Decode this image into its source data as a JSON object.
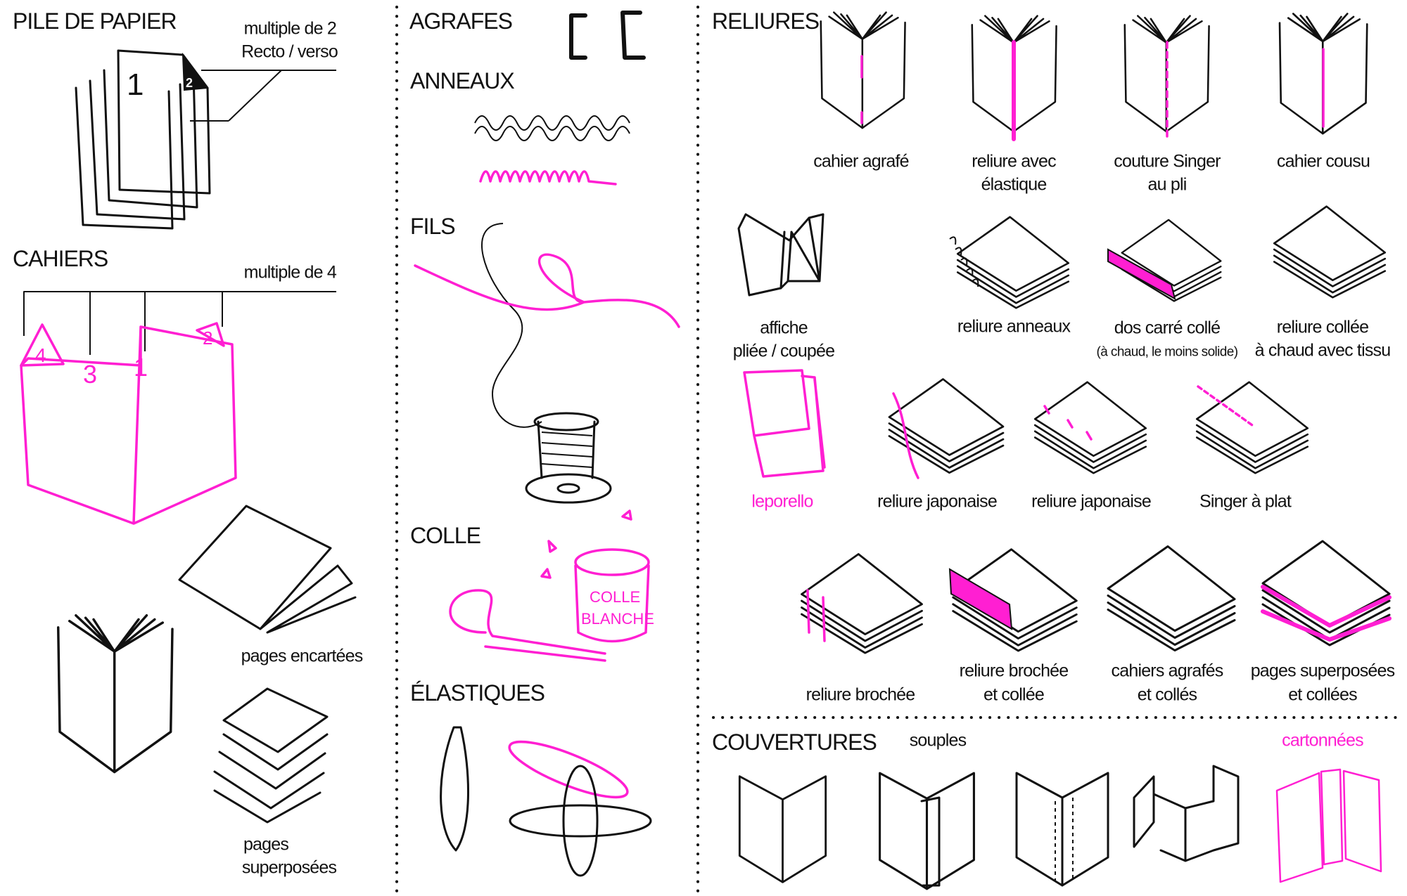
{
  "sections": {
    "pile": {
      "title": "PILE DE PAPIER",
      "note1": "multiple de 2",
      "note2": "Recto / verso",
      "page_numbers": [
        "1",
        "2"
      ]
    },
    "cahiers": {
      "title": "CAHIERS",
      "note": "multiple de 4",
      "page_numbers": [
        "4",
        "3",
        "1",
        "2"
      ],
      "pages_encartees": "pages encartées",
      "pages_superposees_1": "pages",
      "pages_superposees_2": "superposées"
    },
    "materials": {
      "agrafes": "AGRAFES",
      "anneaux": "ANNEAUX",
      "fils": "FILS",
      "colle": "COLLE",
      "colle_jar_1": "COLLE",
      "colle_jar_2": "BLANCHE",
      "elastiques": "ÉLASTIQUES"
    },
    "reliures": {
      "title": "RELIURES",
      "items": [
        {
          "line1": "cahier agrafé"
        },
        {
          "line1": "reliure avec",
          "line2": "élastique"
        },
        {
          "line1": "couture Singer",
          "line2": "au pli"
        },
        {
          "line1": "cahier cousu"
        },
        {
          "line1": "affiche",
          "line2": "pliée / coupée"
        },
        {
          "line1": "reliure anneaux"
        },
        {
          "line1": "dos carré collé",
          "line2": "(à chaud, le moins solide)"
        },
        {
          "line1": "reliure collée",
          "line2": "à chaud avec tissu"
        },
        {
          "line1": "leporello"
        },
        {
          "line1": "reliure japonaise"
        },
        {
          "line1": "reliure japonaise"
        },
        {
          "line1": "Singer à plat"
        },
        {
          "line1": "reliure brochée"
        },
        {
          "line1": "reliure brochée",
          "line2": "et collée"
        },
        {
          "line1": "cahiers agrafés",
          "line2": "et collés"
        },
        {
          "line1": "pages superposées",
          "line2": "et collées"
        }
      ]
    },
    "couvertures": {
      "title": "COUVERTURES",
      "souples": "souples",
      "cartonnees": "cartonnées"
    }
  },
  "colors": {
    "ink": "#111111",
    "accent": "#ff1fd2",
    "background": "#ffffff"
  }
}
